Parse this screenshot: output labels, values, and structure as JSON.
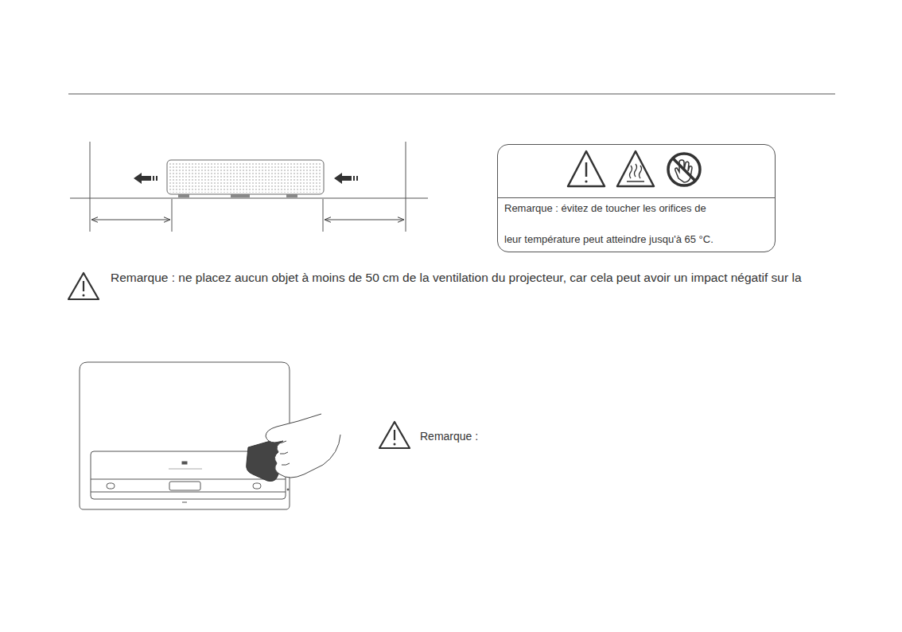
{
  "diagram": {
    "nodes": [
      {
        "text": [
          "Remarque : évitez de toucher les orifices de",
          "leur température peut atteindre jusqu'à 65 °C."
        ]
      }
    ],
    "labels": [
      "Remarque : ne placez aucun objet à moins de 50 cm de la ventilation du projecteur, car cela peut avoir un impact négatif sur la",
      "Remarque :"
    ]
  }
}
